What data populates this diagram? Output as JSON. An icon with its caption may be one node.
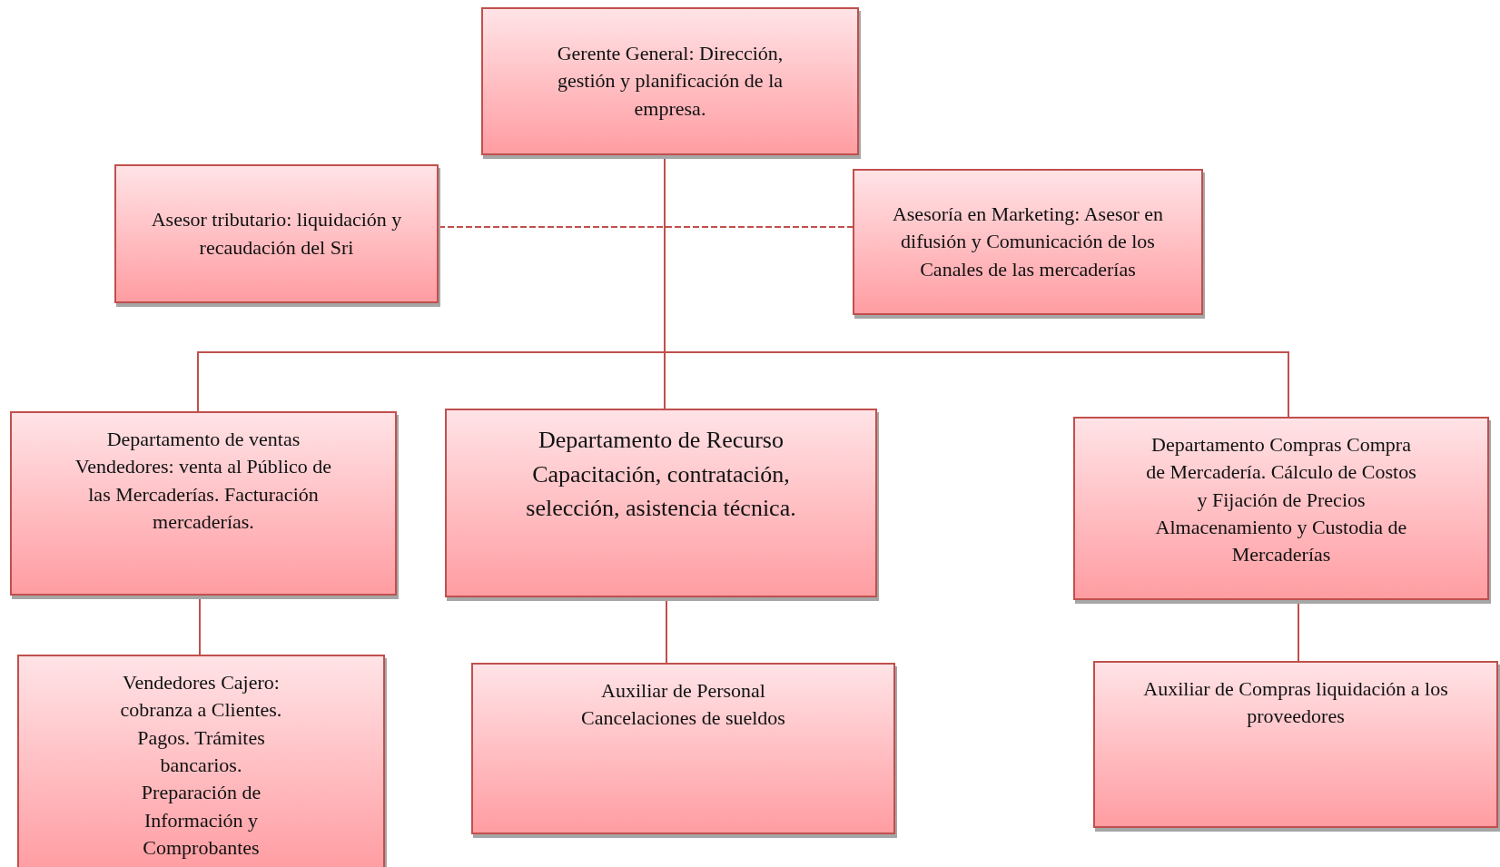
{
  "diagram": {
    "nodes": [
      {
        "text": [
          "Gerente General: Dirección, gestión y planificación de la empresa."
        ]
      },
      {
        "text": [
          "Asesor tributario: liquidación y recaudación del Sri"
        ]
      },
      {
        "text": [
          "Asesoría en Marketing: Asesor en difusión y Comunicación de los Canales de las mercaderías"
        ]
      },
      {
        "text": [
          "Departamento de ventas Vendedores: venta al Público de las Mercaderías. Facturación mercaderías."
        ]
      },
      {
        "text": [
          "Departamento de Recurso Capacitación, contratación, selección, asistencia técnica."
        ]
      },
      {
        "text": [
          "Departamento Compras Compra de Mercadería. Cálculo de Costos y Fijación de Precios Almacenamiento y Custodia de Mercaderías"
        ]
      },
      {
        "text": [
          "Vendedores Cajero: cobranza a Clientes. Pagos. Trámites bancarios. Preparación de Información y Comprobantes"
        ]
      },
      {
        "text": [
          "Auxiliar de Personal Cancelaciones de sueldos"
        ]
      },
      {
        "text": [
          "Auxiliar de Compras liquidación a los proveedores"
        ]
      }
    ],
    "edges": [
      {
        "from": 0,
        "to": 3,
        "arrow": "none"
      },
      {
        "from": 0,
        "to": 4,
        "arrow": "none"
      },
      {
        "from": 0,
        "to": 5,
        "arrow": "none"
      },
      {
        "from": 1,
        "to": 2,
        "arrow": "none",
        "style": "dashed"
      },
      {
        "from": 3,
        "to": 6,
        "arrow": "none"
      },
      {
        "from": 4,
        "to": 7,
        "arrow": "none"
      },
      {
        "from": 5,
        "to": 8,
        "arrow": "none"
      }
    ]
  }
}
